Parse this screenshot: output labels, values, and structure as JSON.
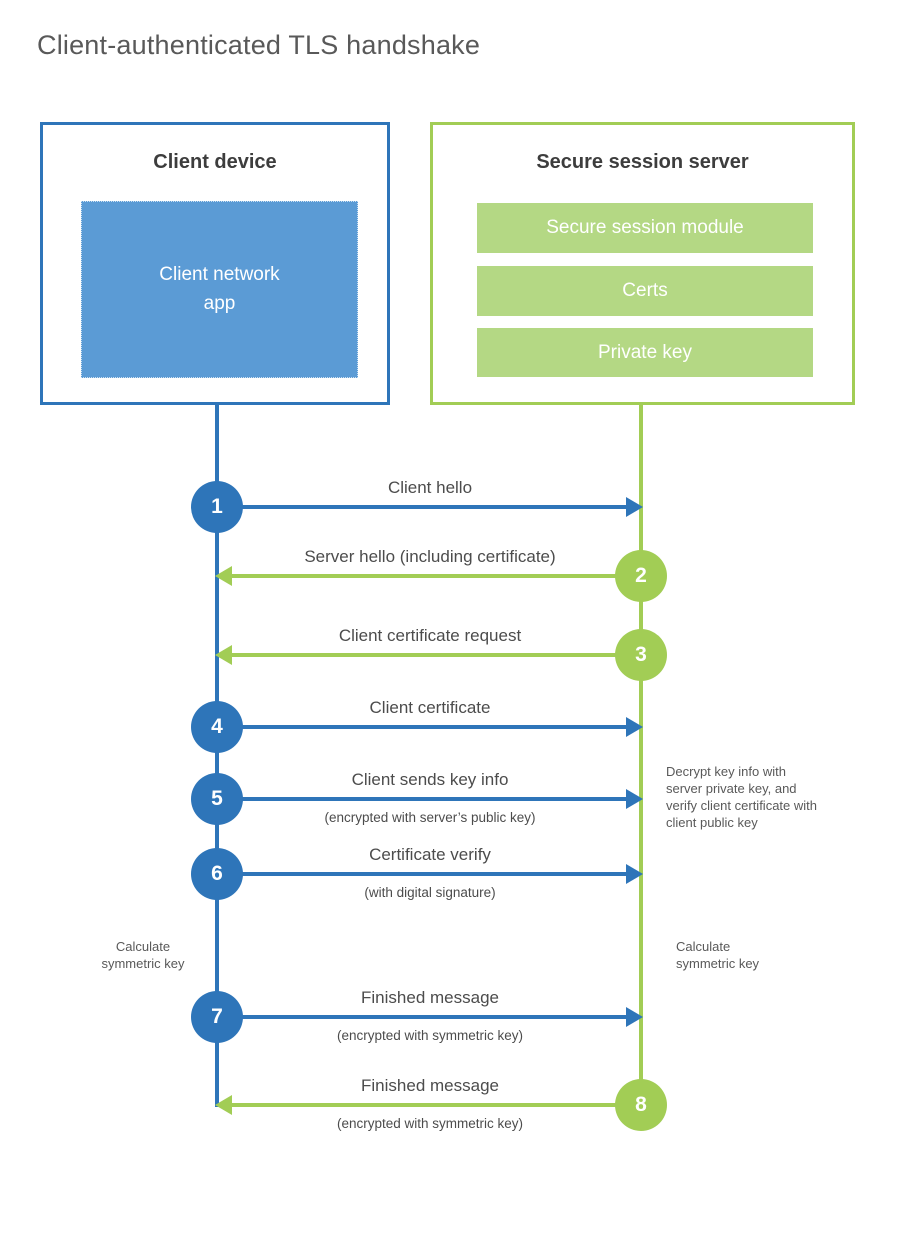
{
  "title": "Client-authenticated TLS handshake",
  "colors": {
    "blue_accent": "#2e75b9",
    "blue_fill": "#5b9bd5",
    "green_accent": "#a2cd55",
    "green_fill": "#b4d884",
    "text_dark": "#3d3d3d",
    "text_gray": "#595959"
  },
  "client": {
    "title": "Client device",
    "app_label": "Client network app"
  },
  "server": {
    "title": "Secure session server",
    "modules": [
      "Secure session module",
      "Certs",
      "Private key"
    ]
  },
  "steps": [
    {
      "num": "1",
      "label": "Client hello",
      "sublabel": "",
      "direction": "right",
      "color": "blue"
    },
    {
      "num": "2",
      "label": "Server hello (including certificate)",
      "sublabel": "",
      "direction": "left",
      "color": "green"
    },
    {
      "num": "3",
      "label": "Client certificate request",
      "sublabel": "",
      "direction": "left",
      "color": "green"
    },
    {
      "num": "4",
      "label": "Client certificate",
      "sublabel": "",
      "direction": "right",
      "color": "blue"
    },
    {
      "num": "5",
      "label": "Client sends key info",
      "sublabel": "(encrypted with server’s public key)",
      "direction": "right",
      "color": "blue"
    },
    {
      "num": "6",
      "label": "Certificate verify",
      "sublabel": "(with digital signature)",
      "direction": "right",
      "color": "blue"
    },
    {
      "num": "7",
      "label": "Finished message",
      "sublabel": "(encrypted with symmetric key)",
      "direction": "right",
      "color": "blue"
    },
    {
      "num": "8",
      "label": "Finished message",
      "sublabel": "(encrypted with symmetric key)",
      "direction": "left",
      "color": "green"
    }
  ],
  "notes": {
    "decrypt": "Decrypt key info with server private key, and verify client certificate with client public key",
    "calc_left": "Calculate symmetric key",
    "calc_right": "Calculate symmetric key"
  }
}
